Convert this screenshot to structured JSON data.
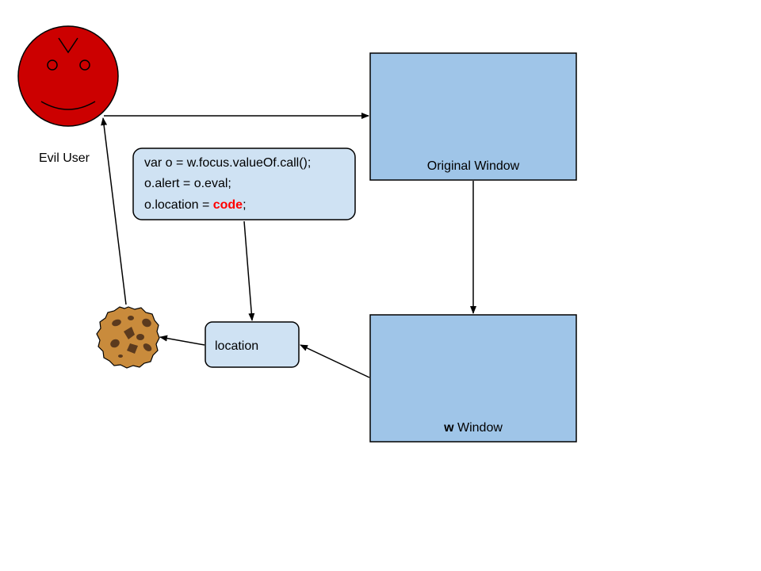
{
  "colors": {
    "evil_user_face": "#cc0000",
    "window_fill": "#9fc5e8",
    "box_fill": "#cfe2f3",
    "code_highlight": "#ff0000",
    "cookie_fill": "#c98b3c",
    "cookie_chips": "#5b3a1e",
    "stroke": "#000000"
  },
  "evil_user": {
    "label": "Evil User",
    "icon": "angry-smiley-face"
  },
  "original_window": {
    "label": "Original Window"
  },
  "w_window": {
    "label_bold": "w",
    "label_rest": " Window"
  },
  "code_box": {
    "line1": "var o = w.focus.valueOf.call();",
    "line2": "o.alert = o.eval;",
    "line3_prefix": "o.location = ",
    "line3_highlight": "code",
    "line3_suffix": ";"
  },
  "location_box": {
    "label": "location"
  },
  "cookie": {
    "icon": "chocolate-chip-cookie"
  }
}
